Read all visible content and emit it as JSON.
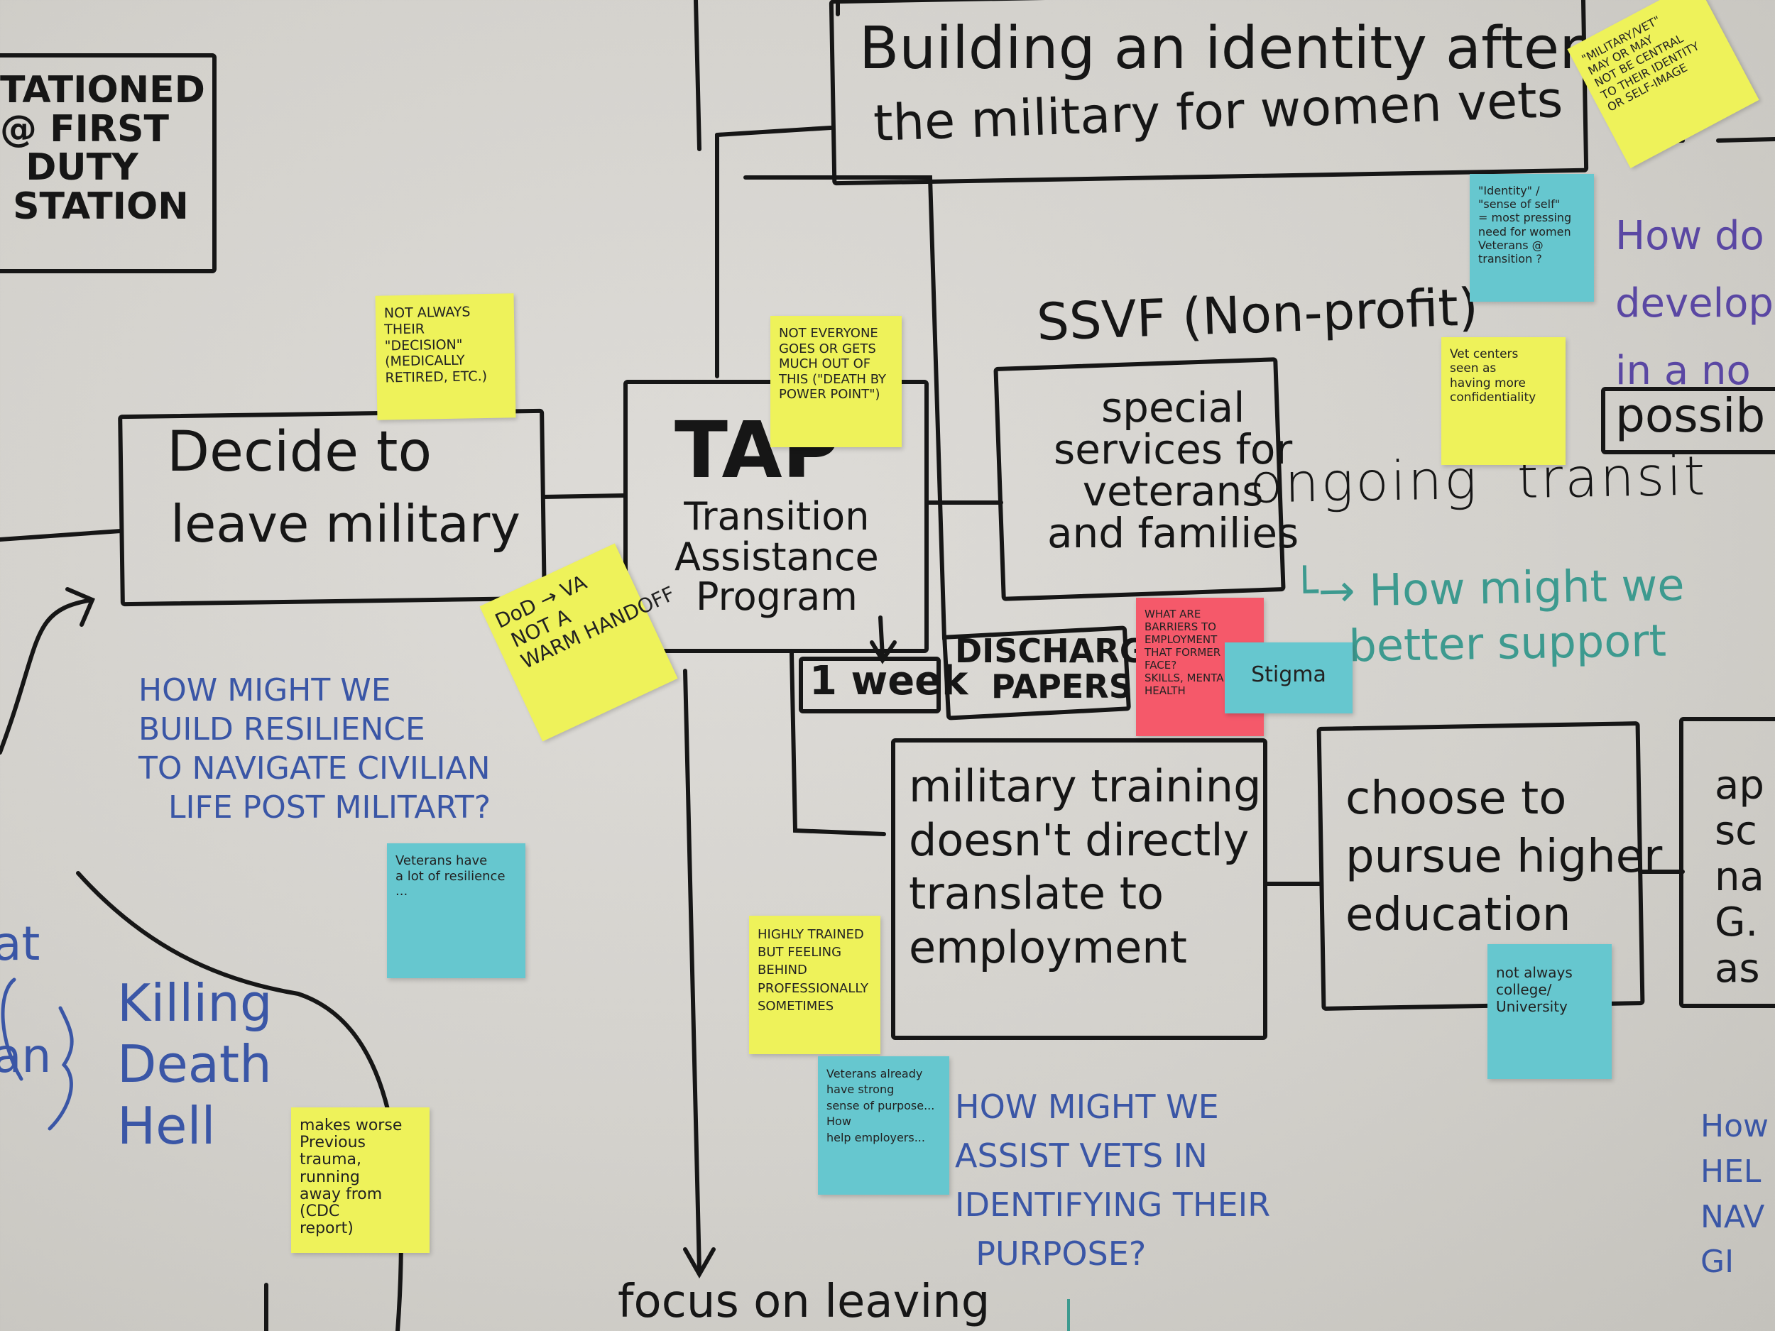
{
  "title_box": {
    "line1": "Building an identity after",
    "line2": "the military for women vets"
  },
  "stationed_box": {
    "text": "TATIONED\n@ FIRST\n  DUTY\n STATION"
  },
  "decide_box": {
    "line1": "Decide to",
    "line2": "leave military"
  },
  "tap_box": {
    "title": "TAP",
    "text": "Transition\nAssistance\nProgram"
  },
  "ssvf": {
    "label": "SSVF (Non-profit)",
    "box": "special\nservices for\nveterans\nand families"
  },
  "ongoing": {
    "text": "ongoing  transit"
  },
  "teal_hmw": {
    "text": "└→ How might we\n    better support"
  },
  "possible": {
    "text": "possib"
  },
  "week_box": {
    "text": "1 week"
  },
  "discharge_box": {
    "text": "DISCHARGE\nPAPERS"
  },
  "military_training_box": {
    "text": "military training\ndoesn't directly\ntranslate to\nemployment"
  },
  "higher_ed_box": {
    "text": "choose to\npursue higher\neducation"
  },
  "partial_box": {
    "text": "ap\nsc\nna\nG.\nas"
  },
  "hmw_resilience": {
    "text": "HOW MIGHT WE\nBUILD RESILIENCE\nTO NAVIGATE CIVILIAN\n   LIFE POST MILITART?"
  },
  "hmw_purpose": {
    "text": "HOW MIGHT WE\nASSIST VETS IN\nIDENTIFYING THEIR\n  PURPOSE?"
  },
  "focus_text": {
    "text": "focus on leaving"
  },
  "left_words": {
    "text": "Killing\nDeath\nHell"
  },
  "left_partial": {
    "text": "at\n\nan"
  },
  "purple_hmw": {
    "text": "How do we\ndevelop a\nin a no"
  },
  "bottom_right_blue": {
    "text": "How\nHEL\nNAV\nGI"
  },
  "stickies": {
    "not_always_decision": "NOT ALWAYS\nTHEIR\n\"DECISION\"\n(MEDICALLY\nRETIRED, ETC.)",
    "not_everyone": "NOT EVERYONE\nGOES OR GETS\nMUCH OUT OF\nTHIS (\"DEATH BY\nPOWER POINT\")",
    "dod_va": "DoD → VA\n NOT A\n WARM HANDOFF",
    "military_vet": "\"MILITARY/VET\"\nMAY OR MAY\nNOT BE CENTRAL\nTO THEIR IDENTITY\nOR SELF-IMAGE",
    "identity": "\"Identity\" /\n\"sense of self\"\n= most pressing\nneed for women\nVeterans @\ntransition ?",
    "vet_centers": "Vet centers\nseen as\nhaving more\nconfidentiality",
    "barriers": "WHAT ARE\nBARRIERS TO\nEMPLOYMENT\nTHAT FORMER\nFACE?\nSKILLS, MENTAL\nHEALTH",
    "stigma": "Stigma",
    "resilience": "Veterans have\na lot of resilience\n...",
    "highly_trained": "HIGHLY TRAINED\nBUT FEELING\nBEHIND\nPROFESSIONALLY\nSOMETIMES",
    "sense_of_purpose": "Veterans already\nhave strong\nsense of purpose...\nHow\nhelp employers...",
    "not_always_college": "not always\ncollege/\nUniversity",
    "previous_trauma": "makes worse\nPrevious\ntrauma,\nrunning\naway from\n(CDC\nreport)"
  }
}
